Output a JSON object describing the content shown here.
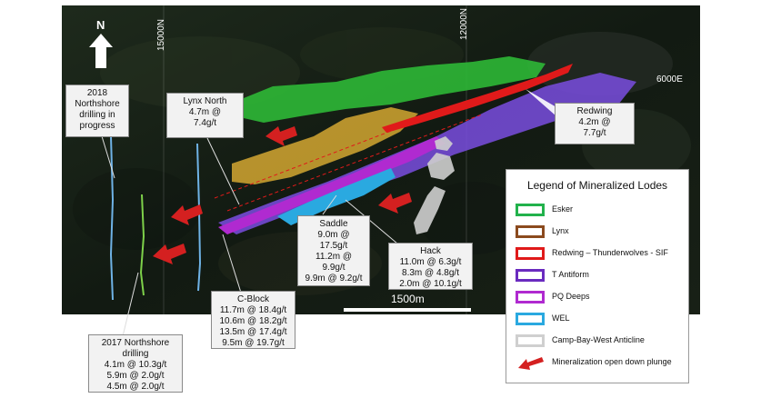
{
  "north_label": "N",
  "gridlines": {
    "left": "15000N",
    "middle": "12000N",
    "right": "6000E"
  },
  "scale_bar": {
    "label": "1500m"
  },
  "callouts": {
    "northshore_2018": "2018\nNorthshore\ndrilling in\nprogress",
    "lynx_north": "Lynx North\n4.7m @\n7.4g/t",
    "redwing": "Redwing\n4.2m @\n7.7g/t",
    "saddle": "Saddle\n9.0m @\n17.5g/t\n11.2m @\n9.9g/t\n9.9m @ 9.2g/t",
    "hack": "Hack\n11.0m @ 6.3g/t\n8.3m @ 4.8g/t\n2.0m @ 10.1g/t",
    "c_block": "C-Block\n11.7m @ 18.4g/t\n10.6m @ 18.2g/t\n13.5m @ 17.4g/t\n9.5m @ 19.7g/t",
    "northshore_2017": "2017 Northshore\ndrilling\n4.1m @ 10.3g/t\n5.9m @ 2.0g/t\n4.5m @ 2.0g/t"
  },
  "legend": {
    "title": "Legend of Mineralized Lodes",
    "items": [
      {
        "label": "Esker",
        "color": "#22b24c"
      },
      {
        "label": "Lynx",
        "color": "#8b4a1e"
      },
      {
        "label": "Redwing – Thunderwolves - SIF",
        "color": "#e01a1a"
      },
      {
        "label": "T Antiform",
        "color": "#6a2bbf"
      },
      {
        "label": "PQ Deeps",
        "color": "#b02ad0"
      },
      {
        "label": "WEL",
        "color": "#2aa9e0"
      },
      {
        "label": "Camp-Bay-West Anticline",
        "color": "#cfcfcf"
      },
      {
        "label": "Mineralization open down plunge",
        "color": "#d42020"
      }
    ]
  }
}
